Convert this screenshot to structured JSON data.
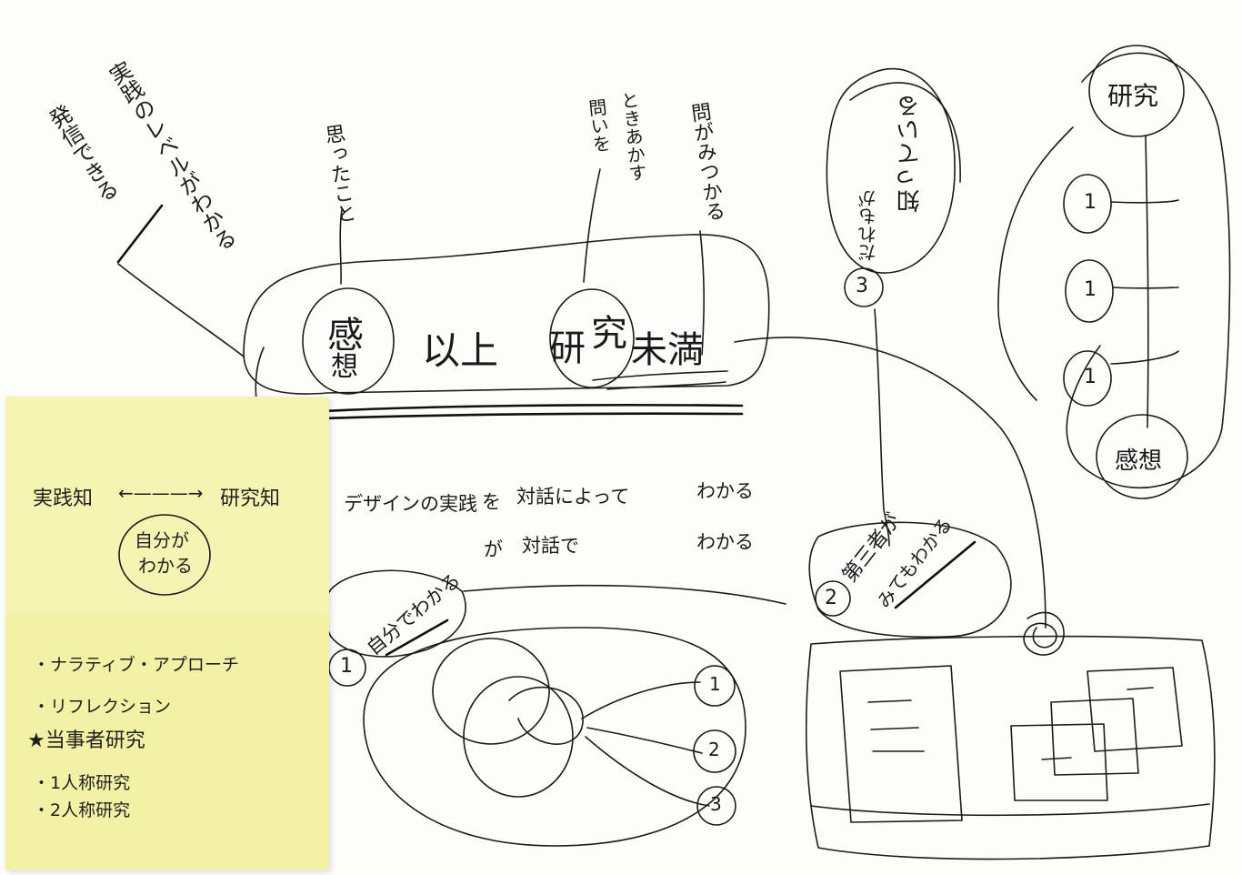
{
  "central": {
    "kan": "感",
    "sou": "想",
    "ijou": "以上",
    "ken": "研",
    "kyuu": "究",
    "miman": "未満"
  },
  "top_labels": {
    "hasshin_dekiru": "発信できる",
    "jissen_level": "実践のレベルがわかる",
    "omotta_koto": "思ったこと",
    "toi_wo": "問いを",
    "tokiakasu": "ときあかす",
    "toi_ga_mitsukaru": "問がみつかる"
  },
  "middle_text": {
    "line1_a": "デザインの実践",
    "line1_b": "を",
    "line1_c": "対話によって",
    "line1_d": "わかる",
    "line2_a": "が",
    "line2_b": "対話で",
    "line2_c": "わかる"
  },
  "nodes": {
    "n1_num": "1",
    "n1_label": "自分でわかる",
    "n2_num": "2",
    "n2_label_a": "第三者が",
    "n2_label_b": "みてもわかる",
    "n3_num": "3",
    "n3_label_a": "だれもが",
    "n3_label_b": "知っている",
    "small_1": "1",
    "small_2": "2",
    "small_3": "3"
  },
  "right_column": {
    "kenkyuu": "研究",
    "kansou": "感想",
    "one_a": "1",
    "one_b": "1",
    "one_c": "1"
  },
  "sticky_note": {
    "jissenchi": "実践知",
    "arrow": "←———→",
    "kenkyuuchi": "研究知",
    "center_a": "自分が",
    "center_b": "わかる",
    "items": [
      "・ナラティブ・アプローチ",
      "・リフレクション",
      "★当事者研究",
      "・1人称研究",
      "・2人称研究"
    ]
  }
}
